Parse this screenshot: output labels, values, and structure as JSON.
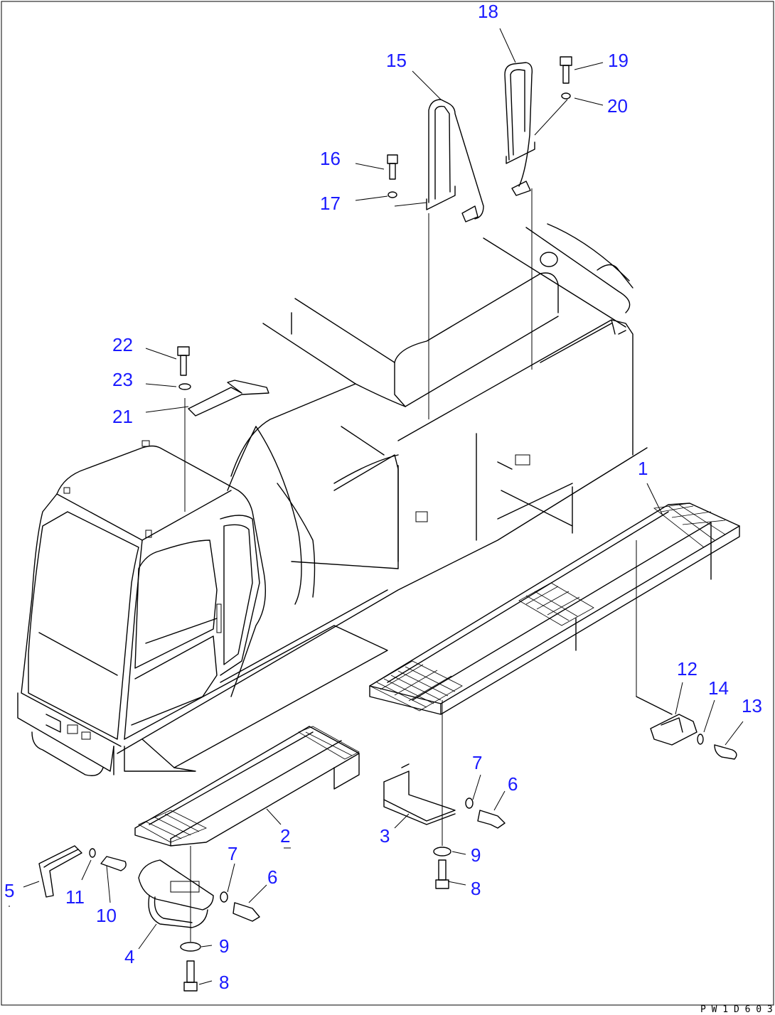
{
  "drawing_code": "P W 1 D 6 0 3",
  "callouts": [
    {
      "id": "c1",
      "label": "1"
    },
    {
      "id": "c2",
      "label": "2"
    },
    {
      "id": "c3",
      "label": "3"
    },
    {
      "id": "c4",
      "label": "4"
    },
    {
      "id": "c5",
      "label": "5"
    },
    {
      "id": "c6a",
      "label": "6"
    },
    {
      "id": "c6b",
      "label": "6"
    },
    {
      "id": "c7a",
      "label": "7"
    },
    {
      "id": "c7b",
      "label": "7"
    },
    {
      "id": "c8a",
      "label": "8"
    },
    {
      "id": "c8b",
      "label": "8"
    },
    {
      "id": "c9a",
      "label": "9"
    },
    {
      "id": "c9b",
      "label": "9"
    },
    {
      "id": "c10",
      "label": "10"
    },
    {
      "id": "c11",
      "label": "11"
    },
    {
      "id": "c12",
      "label": "12"
    },
    {
      "id": "c13",
      "label": "13"
    },
    {
      "id": "c14",
      "label": "14"
    },
    {
      "id": "c15",
      "label": "15"
    },
    {
      "id": "c16",
      "label": "16"
    },
    {
      "id": "c17",
      "label": "17"
    },
    {
      "id": "c18",
      "label": "18"
    },
    {
      "id": "c19",
      "label": "19"
    },
    {
      "id": "c20",
      "label": "20"
    },
    {
      "id": "c21",
      "label": "21"
    },
    {
      "id": "c22",
      "label": "22"
    },
    {
      "id": "c23",
      "label": "23"
    }
  ],
  "colors": {
    "callout": "#1a1aff",
    "line": "#000000",
    "background": "#ffffff"
  }
}
